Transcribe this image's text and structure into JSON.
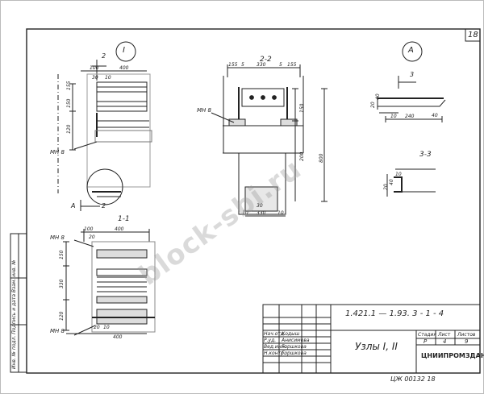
{
  "sheet": {
    "page_number": "18",
    "side_label": "Инв. № подл.  Подпись и дата  Взам. инв. №",
    "watermark": "block-sbi.ru",
    "bottom_code": "ЦЖ 00132   18"
  },
  "views": {
    "node1_mark": "I",
    "nodeA_mark": "А",
    "section_22": "2-2",
    "section_11": "1-1",
    "section_33": "3-3",
    "section_A_ref": "А",
    "cut_2": "2",
    "cut_2b": "2",
    "cut_3": "3"
  },
  "callouts": {
    "mn8_top": "МН 8",
    "mn8_mid": "МН 8",
    "mn8_left_top": "МН 8",
    "mn8_left_bottom": "МН 8"
  },
  "dims": {
    "n1_100": "100",
    "n1_400": "400",
    "n1_30": "30",
    "n1_10": "10",
    "n1_155a": "155",
    "n1_150": "150",
    "n1_120": "120",
    "s22_155a": "155",
    "s22_5a": "5",
    "s22_330": "330",
    "s22_5b": "5",
    "s22_155b": "155",
    "s22_150": "150",
    "s22_200": "200",
    "s22_800": "800",
    "s22_330b": "330",
    "s22_10": "10",
    "s22_10b": "10",
    "s22_30": "30",
    "s11_100": "100",
    "s11_400": "400",
    "s11_20": "20",
    "s11_150": "150",
    "s11_330": "330",
    "s11_120": "120",
    "s11_20b": "20",
    "s11_10": "10",
    "s11_400b": "400",
    "a_20": "20",
    "a_40": "40",
    "a_40b": "40",
    "a_240": "240",
    "a_10": "10",
    "b_20": "20",
    "b_40": "40",
    "b_10": "10"
  },
  "title_block": {
    "code": "1.421.1 — 1.93.    3 - 1  - 4",
    "name": "Узлы I, II",
    "col_stage": "Стадия",
    "col_sheet": "Лист",
    "col_sheets": "Листов",
    "stage": "Р",
    "sheet": "4",
    "sheets": "9",
    "org": "ЦНИИПРОМЗДАНИЙ",
    "rows": [
      {
        "role": "Нач.отд.",
        "name": "Кодыш"
      },
      {
        "role": "Р.уд.",
        "name": "Анисимова"
      },
      {
        "role": "Вед.инж.",
        "name": "Горшкова"
      },
      {
        "role": "Н.контр.",
        "name": "Горшкова"
      }
    ]
  }
}
